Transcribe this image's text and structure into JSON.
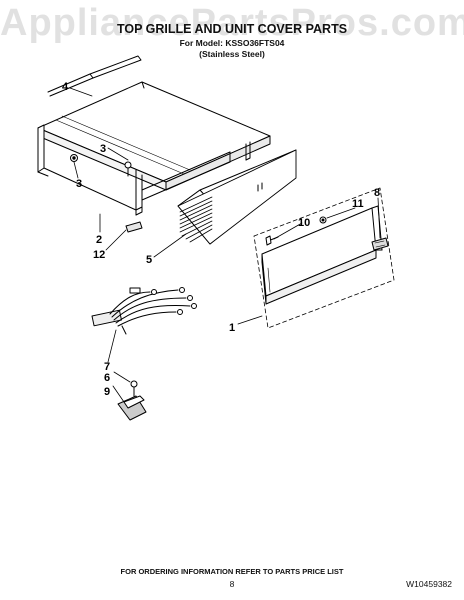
{
  "watermark": "AppliancePartsPros.com",
  "header": {
    "title": "TOP GRILLE AND UNIT COVER PARTS",
    "model_line": "For Model: KSSO36FTS04",
    "finish_line": "(Stainless Steel)"
  },
  "callouts": [
    {
      "id": "c4",
      "label": "4"
    },
    {
      "id": "c3a",
      "label": "3"
    },
    {
      "id": "c3b",
      "label": "3"
    },
    {
      "id": "c2",
      "label": "2"
    },
    {
      "id": "c12",
      "label": "12"
    },
    {
      "id": "c5",
      "label": "5"
    },
    {
      "id": "c10",
      "label": "10"
    },
    {
      "id": "c11",
      "label": "11"
    },
    {
      "id": "c8",
      "label": "8"
    },
    {
      "id": "c1",
      "label": "1"
    },
    {
      "id": "c7",
      "label": "7"
    },
    {
      "id": "c6",
      "label": "6"
    },
    {
      "id": "c9",
      "label": "9"
    }
  ],
  "footer": {
    "note": "FOR ORDERING INFORMATION REFER TO PARTS PRICE LIST",
    "page": "8",
    "doc_id": "W10459382"
  }
}
